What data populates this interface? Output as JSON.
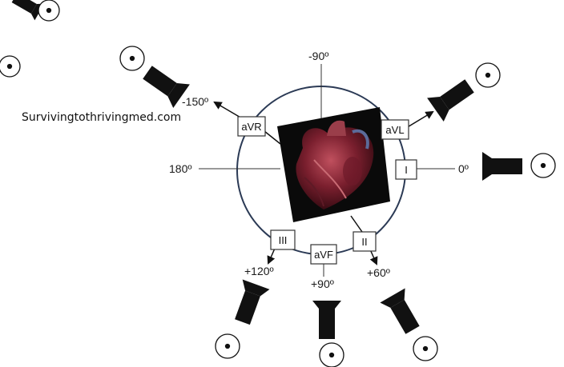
{
  "watermark": "Survivingtothrivingmed.com",
  "angles": {
    "minus90": "-90º",
    "minus150": "-150º",
    "deg180": "180º",
    "deg0": "0º",
    "plus120": "+120º",
    "plus90": "+90º",
    "plus60": "+60º"
  },
  "leads": {
    "avr": "aVR",
    "avl": "aVL",
    "i": "I",
    "ii": "II",
    "iii": "III",
    "avf": "aVF"
  },
  "colors": {
    "circle": "#2b3a55",
    "axis": "#333333",
    "camera": "#111111",
    "heart_bg": "#0a0a0a",
    "heart": "#8b2a3a"
  },
  "icons": [
    "camera-icon",
    "eye-icon",
    "heart-icon"
  ]
}
